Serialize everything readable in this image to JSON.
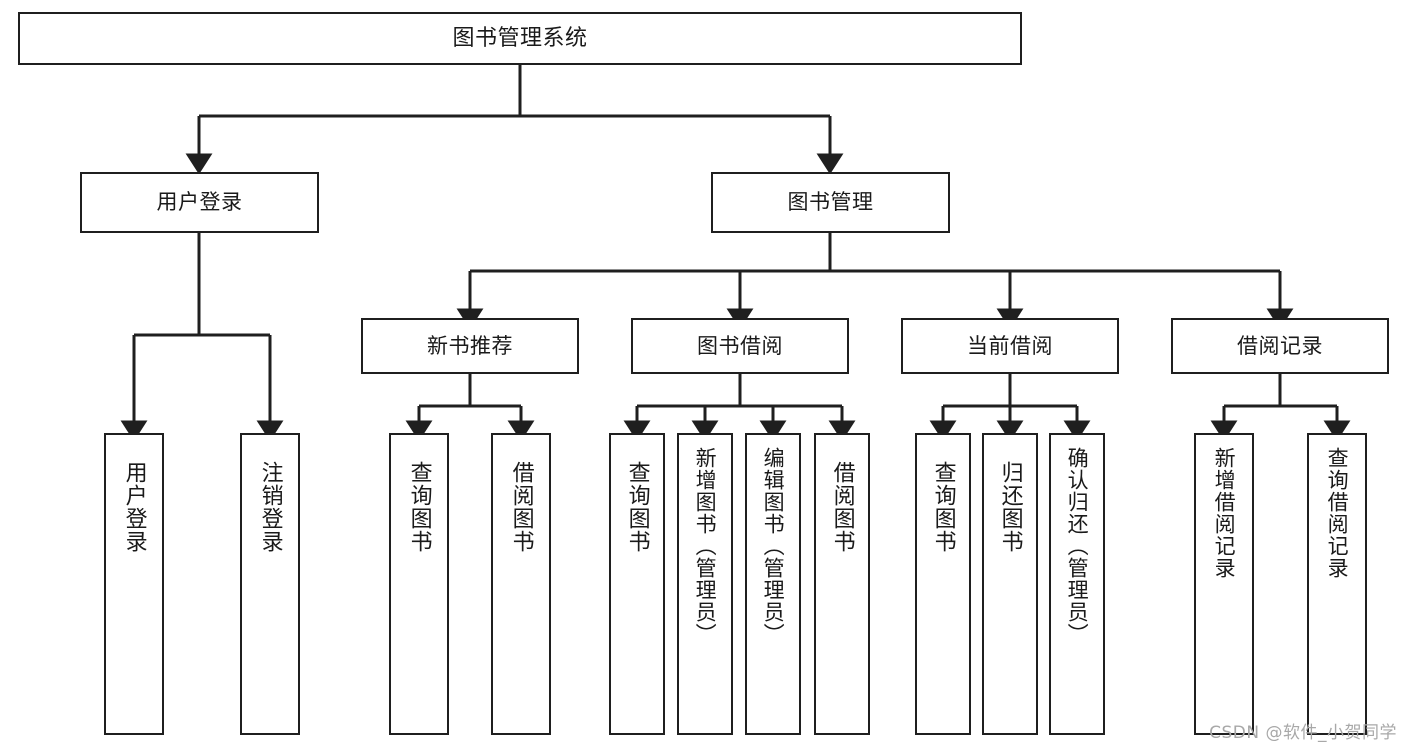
{
  "diagram": {
    "title": "图书管理系统",
    "type": "tree-hierarchy-chart",
    "stroke_color": "#1f1f1f",
    "fill_color": "#ffffff",
    "nodes": {
      "root": {
        "label": "图书管理系统"
      },
      "level2": [
        {
          "label": "用户登录"
        },
        {
          "label": "图书管理"
        }
      ],
      "level3": [
        {
          "label": "新书推荐"
        },
        {
          "label": "图书借阅"
        },
        {
          "label": "当前借阅"
        },
        {
          "label": "借阅记录"
        }
      ],
      "leaves_user_login": [
        {
          "label": "用户登录"
        },
        {
          "label": "注销登录"
        }
      ],
      "leaves_new_book": [
        {
          "label": "查询图书"
        },
        {
          "label": "借阅图书"
        }
      ],
      "leaves_borrow": [
        {
          "label": "查询图书"
        },
        {
          "label": "新增图书（管理员）"
        },
        {
          "label": "编辑图书（管理员）"
        },
        {
          "label": "借阅图书"
        }
      ],
      "leaves_current": [
        {
          "label": "查询图书"
        },
        {
          "label": "归还图书"
        },
        {
          "label": "确认归还（管理员）"
        }
      ],
      "leaves_records": [
        {
          "label": "新增借阅记录"
        },
        {
          "label": "查询借阅记录"
        }
      ]
    }
  },
  "watermark": {
    "text": "CSDN @软件_小贺同学"
  }
}
